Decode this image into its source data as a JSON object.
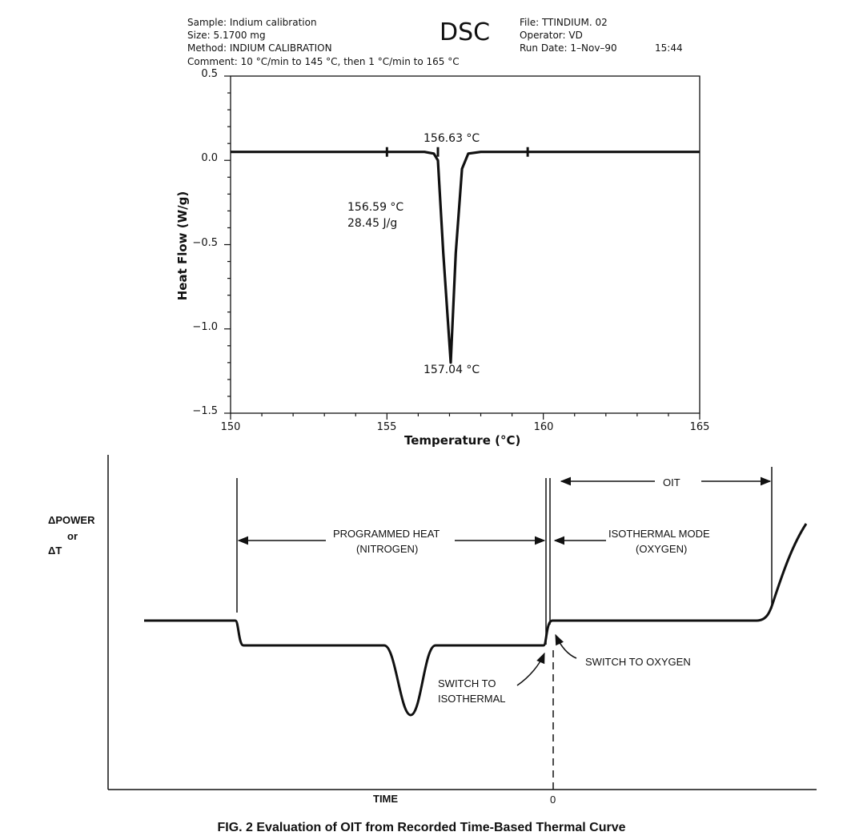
{
  "dsc_header": {
    "sample": "Sample: Indium calibration",
    "size": "Size: 5.1700 mg",
    "method": "Method: INDIUM CALIBRATION",
    "comment": "Comment: 10 °C/min to 145 °C, then 1 °C/min to 165 °C",
    "title": "DSC",
    "file": "File: TTINDIUM. 02",
    "operator": "Operator: VD",
    "run_date": "Run Date: 1–Nov–90",
    "run_time": "15:44"
  },
  "chart_data": [
    {
      "type": "line",
      "xlabel": "Temperature (°C)",
      "ylabel": "Heat Flow (W/g)",
      "xlim": [
        150,
        165
      ],
      "ylim": [
        -1.5,
        0.5
      ],
      "xticks": [
        150,
        155,
        160,
        165
      ],
      "yticks": [
        0.5,
        0.0,
        -0.5,
        -1.0,
        -1.5
      ],
      "ytick_labels": [
        "0.5",
        "0.0",
        "−0.5",
        "−1.0",
        "−1.5"
      ],
      "grid": false,
      "series": [
        {
          "x": [
            150,
            155,
            156.2,
            156.5,
            156.63,
            156.8,
            157.04,
            157.2,
            157.4,
            157.6,
            158,
            160,
            165
          ],
          "y": [
            0.05,
            0.05,
            0.05,
            0.04,
            0.0,
            -0.55,
            -1.2,
            -0.55,
            -0.05,
            0.04,
            0.05,
            0.05,
            0.05
          ]
        }
      ],
      "baseline_marks": [
        155,
        156.63,
        159.5
      ],
      "annotations": [
        {
          "text": "156.63 °C"
        },
        {
          "text": "156.59 °C"
        },
        {
          "text": "28.45 J/g"
        },
        {
          "text": "157.04 °C"
        }
      ]
    },
    {
      "type": "line",
      "xlabel": "TIME",
      "ylabel_line1": "ΔPOWER",
      "ylabel_line2": "or",
      "ylabel_line3": "ΔT",
      "zero_label": "0",
      "labels": {
        "programmed_heat_1": "PROGRAMMED HEAT",
        "programmed_heat_2": "(NITROGEN)",
        "isothermal_1": "ISOTHERMAL MODE",
        "isothermal_2": "(OXYGEN)",
        "oit": "OIT",
        "switch_isothermal_1": "SWITCH TO",
        "switch_isothermal_2": "ISOTHERMAL",
        "switch_oxygen": "SWITCH TO OXYGEN"
      }
    }
  ],
  "caption": "FIG. 2 Evaluation of OIT from Recorded Time-Based Thermal Curve"
}
